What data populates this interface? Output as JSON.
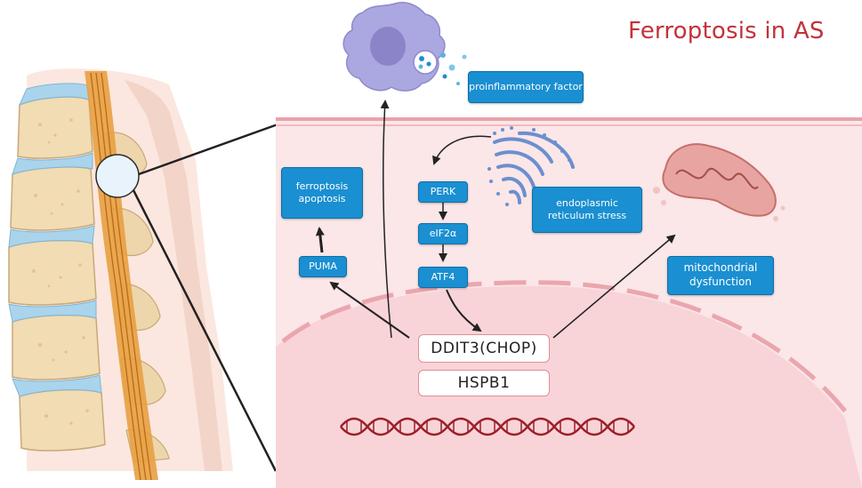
{
  "title": "Ferroptosis in AS",
  "labels": {
    "proinflammatory": "proinflammatory factor",
    "ferroptosis": "ferroptosis apoptosis",
    "puma": "PUMA",
    "perk": "PERK",
    "eif2a": "eIF2α",
    "atf4": "ATF4",
    "er_stress": "endoplasmic reticulum stress",
    "mito": "mitochondrial dysfunction",
    "ddit3": "DDIT3(CHOP)",
    "hspb1": "HSPB1"
  },
  "colors": {
    "title": "#c3323c",
    "box": "#1a8fd1",
    "cell": "#fbe4e6",
    "nucleus": "#f6cfd3",
    "dna": "#9c1f28"
  }
}
